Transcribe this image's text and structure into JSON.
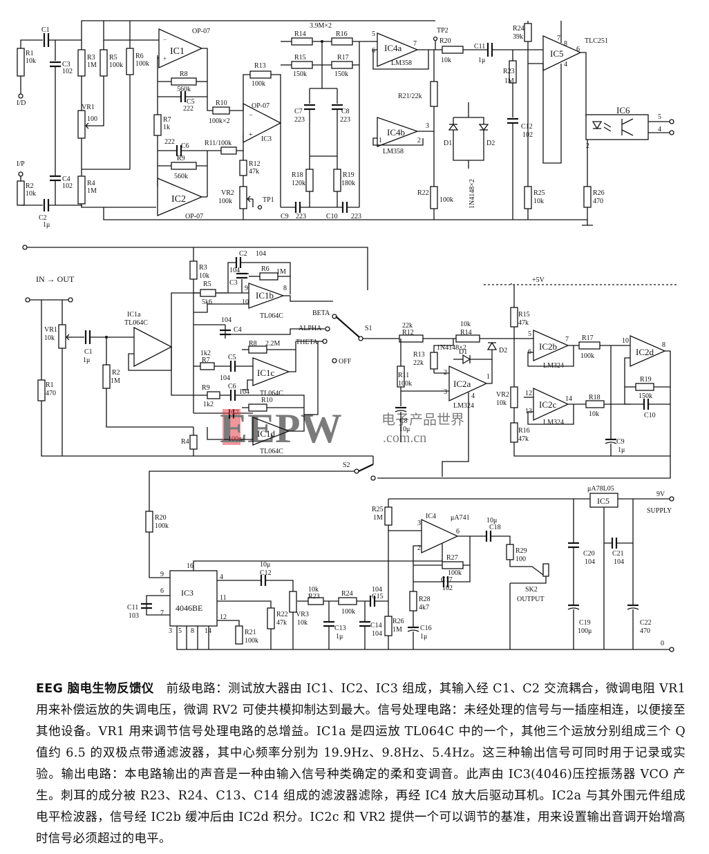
{
  "top_circuit": {
    "ic1": {
      "name": "IC1",
      "part": "OP-07"
    },
    "ic2": {
      "name": "IC2",
      "part": "OP-07"
    },
    "ic3": {
      "name": "IC3",
      "part": "OP-07"
    },
    "ic4a": {
      "name": "IC4a",
      "part": "LM358"
    },
    "ic4b": {
      "name": "IC4b",
      "part": "LM358"
    },
    "ic5": {
      "name": "IC5",
      "part": "TLC251"
    },
    "ic6": {
      "name": "IC6"
    },
    "labels": {
      "c1": "C1",
      "r1": "R1",
      "r1v": "10k",
      "c3": "C3",
      "c3v": "102",
      "r3": "R3",
      "r3v": "1M",
      "r5": "R5",
      "r5v": "100k",
      "r6": "R6",
      "r6v": "100k",
      "vr1": "VR1",
      "vr1v": "100",
      "r4": "R4",
      "r4v": "1M",
      "c4": "C4",
      "c4v": "102",
      "r2": "R2",
      "r2v": "10k",
      "c2": "C2",
      "c2v": "1μ",
      "r8": "R8",
      "r8v": "560k",
      "c5": "C5",
      "c5v": "222",
      "r7": "R7",
      "r7v": "1k",
      "c6": "C6",
      "c6v": "222",
      "r9": "R9",
      "r9v": "560k",
      "r10": "R10",
      "r10v": "100k×2",
      "r11": "R11/100k",
      "r12": "R12",
      "r12v": "47k",
      "vr2": "VR2",
      "vr2v": "100k",
      "tp1": "TP1",
      "r13": "R13",
      "r13v": "100k",
      "r14": "R14",
      "r16": "R16",
      "r39": "3.9M×2",
      "r15": "R15",
      "r15v": "150k",
      "r17": "R17",
      "r17v": "150k",
      "c7": "C7",
      "c7v": "223",
      "c8": "C8",
      "c8v": "223",
      "r18": "R18",
      "r18v": "120k",
      "r19": "R19",
      "r19v": "180k",
      "c9": "C9",
      "c9v": "223",
      "c10": "C10",
      "c10v": "223",
      "tp2": "TP2",
      "r20": "R20",
      "r20v": "10k",
      "r21": "R21/22k",
      "r22": "R22",
      "r22v": "100k",
      "d1": "D1",
      "d2": "D2",
      "dio": "1N4148×2",
      "c11": "C11",
      "c11v": "1μ",
      "r23": "R23",
      "r23v": "1M",
      "c12": "C12",
      "c12v": "102",
      "r24": "R24",
      "r24v": "39k",
      "r25": "R25",
      "r25v": "10k",
      "r26": "R26",
      "r26v": "470",
      "i_d": "I/D",
      "i_p": "I/P",
      "p1": "1",
      "p2": "2",
      "p3": "3",
      "p4": "4",
      "p5": "5",
      "p6": "6",
      "p7": "7",
      "p8": "8"
    }
  },
  "bottom_circuit": {
    "in_out": "IN → OUT",
    "ic1a": {
      "name": "IC1a",
      "part": "TL064C"
    },
    "ic1b": {
      "name": "IC1b",
      "part": "TL064C"
    },
    "ic1c": {
      "name": "IC1c",
      "part": "TL064C"
    },
    "ic1d": {
      "name": "IC1d",
      "part": "TL064C"
    },
    "ic2a": {
      "name": "IC2a",
      "part": "LM324"
    },
    "ic2b": {
      "name": "IC2b",
      "part": "LM324"
    },
    "ic2c": {
      "name": "IC2c",
      "part": "LM324"
    },
    "ic2d": {
      "name": "IC2d"
    },
    "ic3": {
      "name": "IC3",
      "part": "4046BE"
    },
    "ic4": {
      "name": "IC4",
      "part": "μA741"
    },
    "ic5": {
      "name": "IC5",
      "part": "μA78L05"
    },
    "switch": {
      "beta": "BETA",
      "alpha": "ALPHA",
      "theta": "THETA",
      "off": "OFF",
      "s1": "S1",
      "s2": "S2"
    },
    "supply": {
      "plus5": "+5V",
      "nine": "9V",
      "supply": "SUPPLY",
      "zero": "0"
    },
    "output": {
      "sk2": "SK2",
      "label": "OUTPUT"
    },
    "labels": {
      "vr1": "VR1",
      "vr1v": "10k",
      "r1": "R1",
      "r1v": "470",
      "c1": "C1",
      "c1v": "1μ",
      "r2": "R2",
      "r2v": "1M",
      "r3": "R3",
      "r3v": "10k",
      "c2": "C2",
      "c2v": "104",
      "c3": "C3",
      "c3v": "104",
      "r5": "R5",
      "r5v": "5k6",
      "r6": "R6",
      "r6v": "1M",
      "c4": "C4",
      "c4v": "104",
      "r7": "R7",
      "r7v": "1k2",
      "c5": "C5",
      "c5v": "104",
      "r8": "R8",
      "r8v": "2.2M",
      "r9": "R9",
      "r9v": "1k2",
      "c6": "C6",
      "c6v": "104",
      "r10": "R10",
      "c7": "C7",
      "c7v": "100n",
      "r4": "R4",
      "r12": "R12",
      "r12v": "22k",
      "r13": "R13",
      "r13v": "22k",
      "r14": "R14",
      "r14v": "10k",
      "dio": "1N4148×2",
      "d1": "D1",
      "d2": "D2",
      "r11": "R11",
      "r11v": "100k",
      "c8": "C8",
      "c8v": "10μ",
      "r15": "R15",
      "r15v": "47k",
      "r16": "R16",
      "r16v": "47k",
      "vr2": "VR2",
      "vr2v": "10k",
      "r17": "R17",
      "r17v": "100k",
      "r18": "R18",
      "r18v": "10k",
      "r19": "R19",
      "r19v": "150k",
      "c9": "C9",
      "c9v": "1μ",
      "c10": "C10",
      "r20": "R20",
      "r20v": "100k",
      "r25": "R25",
      "r25v": "1M",
      "c18": "C18",
      "c18v": "10μ",
      "r29": "R29",
      "r29v": "100",
      "r27": "R27",
      "r27v": "100k",
      "c17": "C17",
      "c17v": "102",
      "c20": "C20",
      "c20v": "104",
      "c21": "C21",
      "c21v": "104",
      "c19": "C19",
      "c19v": "100μ",
      "c22": "C22",
      "c22v": "470",
      "c12": "C12",
      "c12v": "10μ",
      "c11": "C11",
      "c11v": "103",
      "r22": "R22",
      "r22v": "47k",
      "r21": "R21",
      "r21v": "100k",
      "vr3": "VR3",
      "vr3v": "10k",
      "r23": "R23",
      "r23v": "10k",
      "r24": "R24",
      "r24v": "100k",
      "c13": "C13",
      "c13v": "1μ",
      "c15": "C15",
      "c15v": "104",
      "c14": "C14",
      "c14v": "104",
      "r26": "R26",
      "r26v": "1M",
      "r28": "R28",
      "r28v": "4k7",
      "c16": "C16",
      "c16v": "1μ",
      "p1": "1",
      "p2": "2",
      "p3": "3",
      "p4": "4",
      "p5": "5",
      "p6": "6",
      "p7": "7",
      "p8": "8",
      "p9": "9",
      "p10": "10",
      "p11": "11",
      "p12": "12",
      "p13": "13",
      "p14": "14",
      "p16": "16"
    },
    "watermark": {
      "logo": "EEPW",
      "cn": "电子产品世界",
      "url": ".com.cn"
    }
  },
  "caption": {
    "title": "EEG 脑电生物反馈仪",
    "body": "前级电路：测试放大器由 IC1、IC2、IC3 组成，其输入经 C1、C2 交流耦合，微调电阻 VR1 用来补偿运放的失调电压，微调 RV2 可使共模抑制达到最大。信号处理电路：未经处理的信号与一插座相连，以便接至其他设备。VR1 用来调节信号处理电路的总增益。IC1a 是四运放 TL064C 中的一个，其他三个运放分别组成三个 Q 值约 6.5 的双极点带通滤波器，其中心频率分别为 19.9Hz、9.8Hz、5.4Hz。这三种输出信号可同时用于记录或实验。输出电路：本电路输出的声音是一种由输入信号种类确定的柔和变调音。此声由 IC3(4046)压控振荡器 VCO 产生。刺耳的成分被 R23、R24、C13、C14 组成的滤波器滤除，再经 IC4 放大后驱动耳机。IC2a 与其外围元件组成电平检波器，信号经 IC2b 缓冲后由 IC2d 积分。IC2c 和 VR2 提供一个可以调节的基准，用来设置输出音调开始增高时信号必须超过的电平。"
  }
}
